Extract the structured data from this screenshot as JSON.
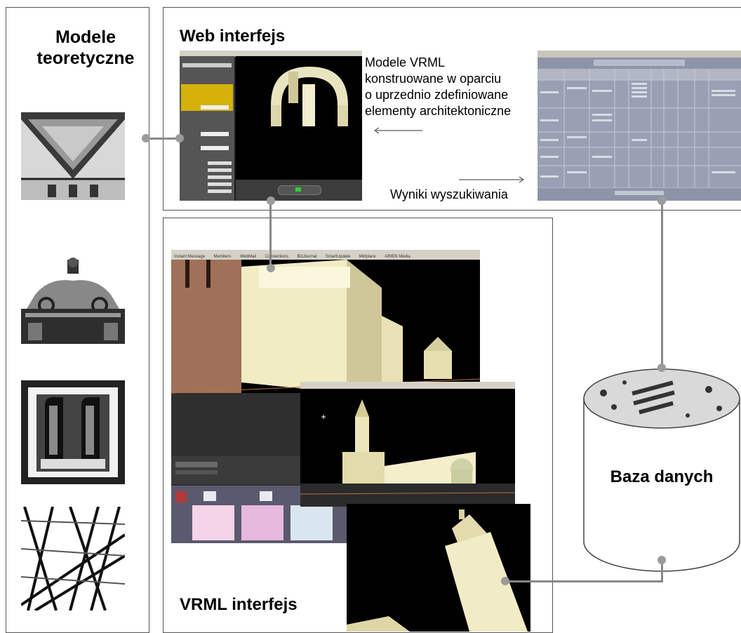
{
  "headings": {
    "theory": "Modele\nteoretyczne",
    "web": "Web interfejs",
    "vrml": "VRML interfejs",
    "database": "Baza danych"
  },
  "notes": {
    "vrml_models": "Modele VRML\nkonstruowane w oparciu\no uprzednio zdefiniowane\nelementy architektoniczne",
    "search_results": "Wyniki wyszukiwania"
  },
  "vrml_browser_tabs": [
    "Instant Message",
    "Members",
    "WebMail",
    "Connections",
    "BizJournal",
    "SmartUpdate",
    "Mktplace",
    "ARIEN Media"
  ],
  "colors": {
    "line": "#8a8a8a",
    "dot": "#9b9b9b",
    "building": "#eee8bf",
    "brick": "#a0705a",
    "sky": "#000000",
    "web_form": "#d4b20a",
    "db_table": "#9aa0b4"
  }
}
